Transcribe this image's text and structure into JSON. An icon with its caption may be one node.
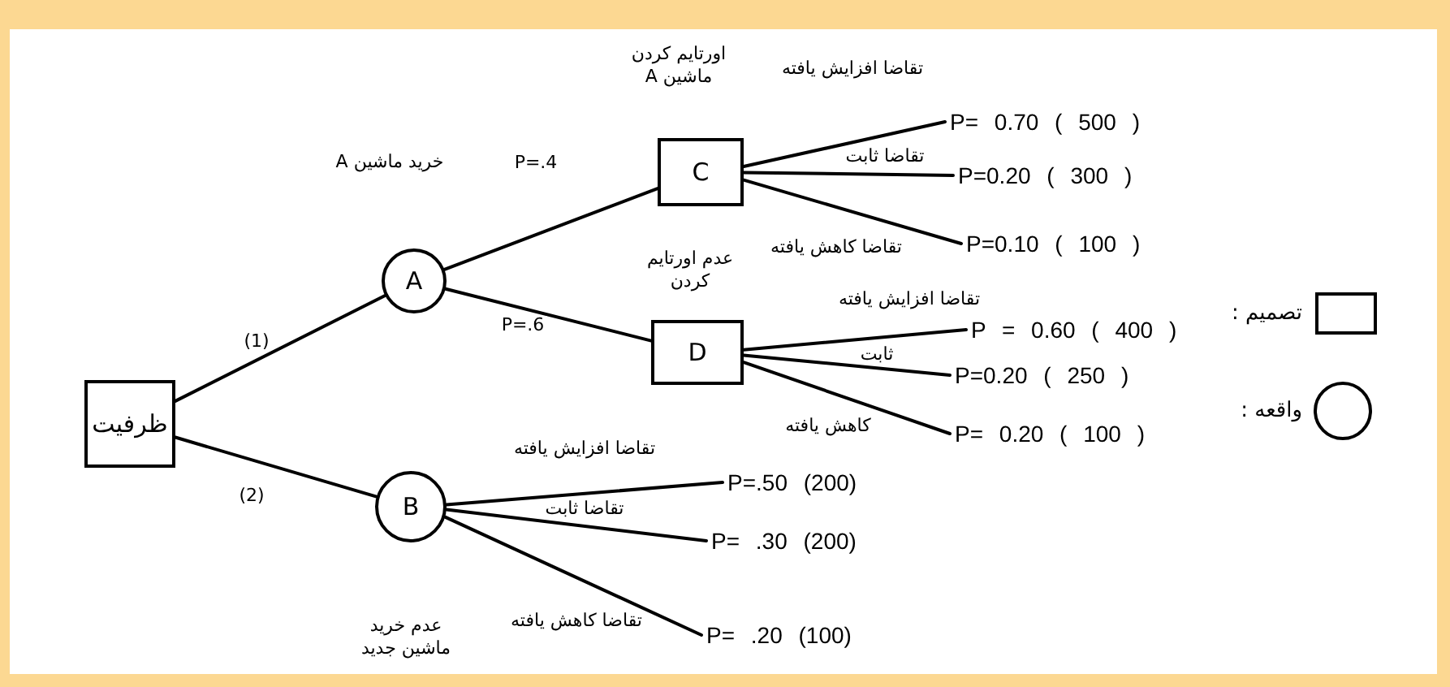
{
  "diagram": {
    "nodes": [
      {
        "text": [
          "ظرفیت"
        ]
      },
      {
        "text": [
          "A"
        ]
      },
      {
        "text": [
          "B"
        ]
      },
      {
        "text": [
          "C"
        ]
      },
      {
        "text": [
          "D"
        ]
      },
      {
        "text": [
          "P= 0.70 ( 500 )"
        ]
      },
      {
        "text": [
          "P=0.20 ( 300 )"
        ]
      },
      {
        "text": [
          "P=0.10 ( 100 )"
        ]
      },
      {
        "text": [
          "P = 0.60 ( 400 )"
        ]
      },
      {
        "text": [
          "P=0.20 ( 250 )"
        ]
      },
      {
        "text": [
          "P= 0.20 ( 100 )"
        ]
      },
      {
        "text": [
          "P=.50 (200)"
        ]
      },
      {
        "text": [
          "P= .30 (200)"
        ]
      },
      {
        "text": [
          "P= .20 (100)"
        ]
      }
    ],
    "edges": [
      {
        "from": 0,
        "to": 1,
        "arrow": "none",
        "label": "(1)"
      },
      {
        "from": 0,
        "to": 2,
        "arrow": "none",
        "label": "(2)"
      },
      {
        "from": 1,
        "to": 3,
        "arrow": "none",
        "label": "P=.4"
      },
      {
        "from": 1,
        "to": 4,
        "arrow": "none",
        "label": "P=.6"
      },
      {
        "from": 3,
        "to": 5,
        "arrow": "none",
        "label": "تقاضا افزایش یافته"
      },
      {
        "from": 3,
        "to": 6,
        "arrow": "none",
        "label": "تقاضا ثابت"
      },
      {
        "from": 3,
        "to": 7,
        "arrow": "none",
        "label": "تقاضا کاهش یافته"
      },
      {
        "from": 4,
        "to": 8,
        "arrow": "none",
        "label": "تقاضا افزایش یافته"
      },
      {
        "from": 4,
        "to": 9,
        "arrow": "none",
        "label": "ثابت"
      },
      {
        "from": 4,
        "to": 10,
        "arrow": "none",
        "label": "کاهش یافته"
      },
      {
        "from": 2,
        "to": 11,
        "arrow": "none",
        "label": "تقاضا افزایش یافته"
      },
      {
        "from": 2,
        "to": 12,
        "arrow": "none",
        "label": "تقاضا ثابت"
      },
      {
        "from": 2,
        "to": 13,
        "arrow": "none",
        "label": "تقاضا کاهش یافته"
      }
    ],
    "labels": [
      "اورتایم کردن ماشین A",
      "خرید ماشین A",
      "عدم اورتایم کردن",
      "عدم خرید ماشین جدید"
    ],
    "legend": [
      {
        "text": "تصمیم :"
      },
      {
        "text": "واقعه :"
      }
    ]
  }
}
